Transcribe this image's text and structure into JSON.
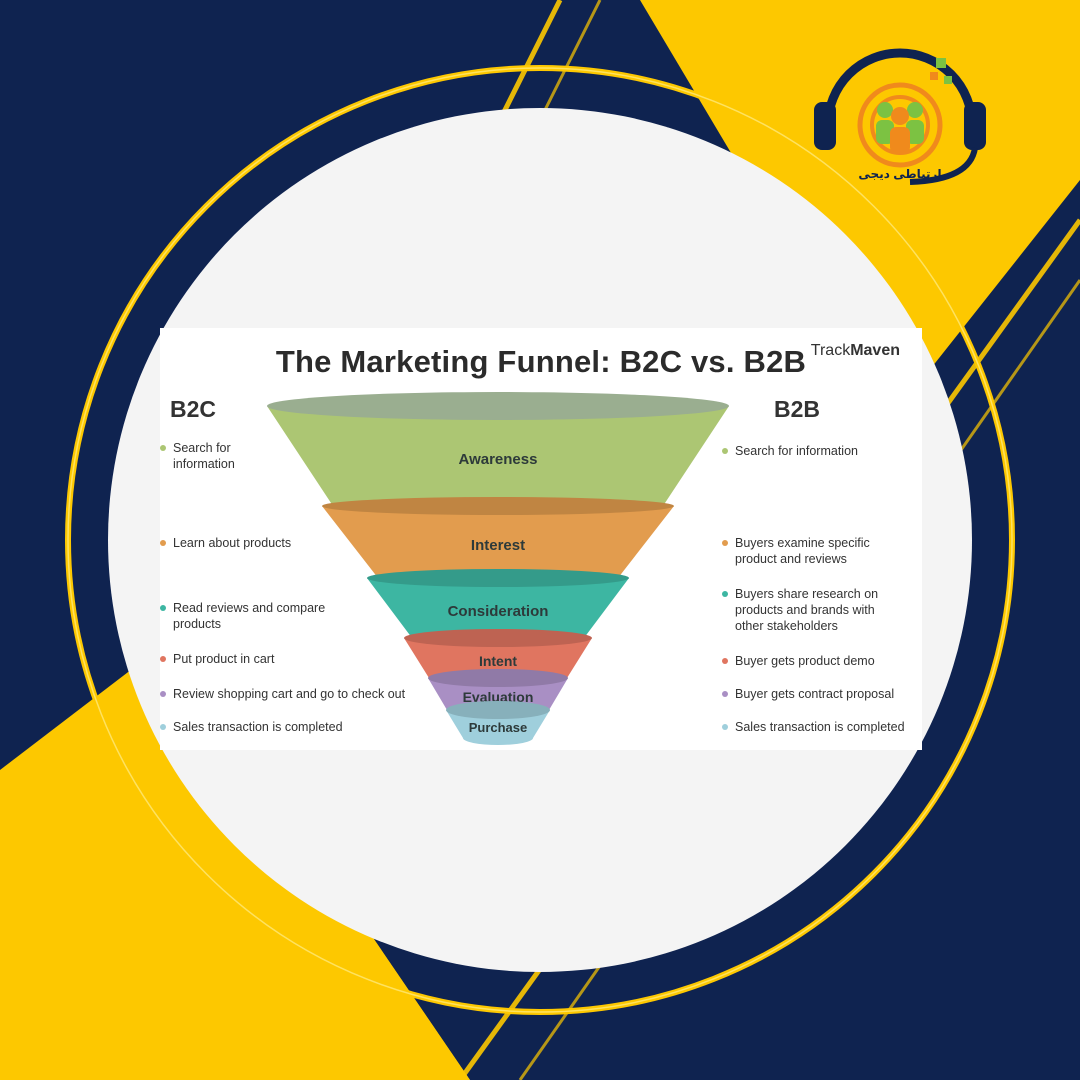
{
  "title": "The Marketing Funnel: B2C vs. B2B",
  "brand": {
    "light": "Track",
    "bold": "Maven"
  },
  "logo_text": "ارتباطی دیجی",
  "b2c": {
    "heading": "B2C",
    "items": [
      "Search for information",
      "Learn about products",
      "Read reviews and compare products",
      "Put product in cart",
      "Review shopping cart and go to check out",
      "Sales transaction is completed"
    ]
  },
  "b2b": {
    "heading": "B2B",
    "items": [
      "Search for information",
      "Buyers examine specific product and reviews",
      "Buyers share research on products and brands with other stakeholders",
      "Buyer gets product demo",
      "Buyer gets contract proposal",
      "Sales transaction is completed"
    ]
  },
  "funnel": {
    "stages": [
      {
        "label": "Awareness",
        "color": "#acc673"
      },
      {
        "label": "Interest",
        "color": "#e29c4e"
      },
      {
        "label": "Consideration",
        "color": "#3db6a2"
      },
      {
        "label": "Intent",
        "color": "#e07560"
      },
      {
        "label": "Evaluation",
        "color": "#a98fc4"
      },
      {
        "label": "Purchase",
        "color": "#9fcfdc"
      }
    ]
  },
  "colors": {
    "navy": "#0f2350",
    "yellow": "#fdc800",
    "circle": "#f4f4f4"
  }
}
